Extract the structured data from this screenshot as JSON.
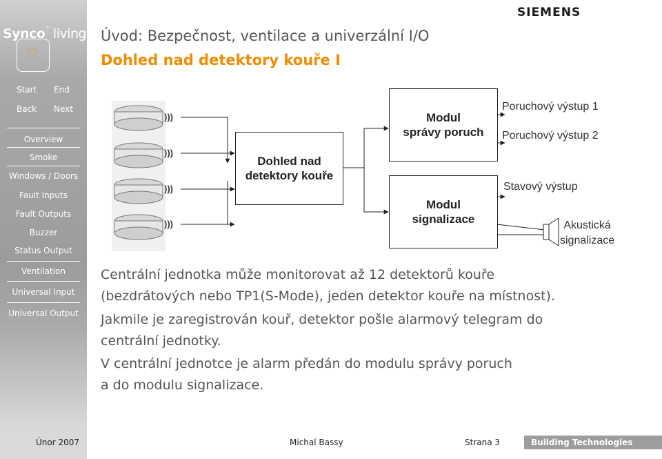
{
  "brand": "SIEMENS",
  "logo": {
    "synco": "Synco",
    "tm": "™",
    "living": "living"
  },
  "title": "Úvod: Bezpečnost, ventilace a univerzální I/O",
  "subtitle": "Dohled nad detektory kouře I",
  "nav": {
    "start": "Start",
    "end": "End",
    "back": "Back",
    "next": "Next"
  },
  "sidebar": {
    "items": [
      {
        "label": "Overview",
        "active": false
      },
      {
        "label": "Smoke",
        "active": true
      },
      {
        "label": "Windows / Doors",
        "active": false
      },
      {
        "label": "Fault Inputs",
        "active": false
      },
      {
        "label": "Fault Outputs",
        "active": false
      },
      {
        "label": "Buzzer",
        "active": false
      },
      {
        "label": "Status Output",
        "active": false
      },
      {
        "label": "Ventilation",
        "active": false
      },
      {
        "label": "Universal Input",
        "active": false
      },
      {
        "label": "Universal Output",
        "active": false
      }
    ]
  },
  "diagram": {
    "wave": ")))",
    "center_box": "Dohled nad\ndetektory kouře",
    "fault_box": "Modul\nsprávy poruch",
    "signal_box": "Modul\nsignalizace",
    "out1": "Poruchový výstup 1",
    "out2": "Poruchový výstup 2",
    "status_out": "Stavový výstup",
    "acoustic": "Akustická\nsignalizace"
  },
  "body": {
    "p1_l1": "Centrální jednotka může monitorovat až 12 detektorů kouře",
    "p1_l2": "(bezdrátových nebo TP1(S-Mode), jeden detektor kouře na místnost).",
    "p2_l1": "Jakmile je zaregistrován kouř, detektor pošle alarmový telegram do",
    "p2_l2": "centrální jednotky.",
    "p3_l1": "V centrální jednotce je alarm předán do modulu správy poruch",
    "p3_l2": "a do modulu signalizace."
  },
  "footer": {
    "date": "Únor 2007",
    "author": "Michal Bassy",
    "page": "Strana 3",
    "division": "Building Technologies"
  },
  "colors": {
    "accent": "#f08c00",
    "sidebar": "#a9a9a9",
    "text": "#555555"
  }
}
